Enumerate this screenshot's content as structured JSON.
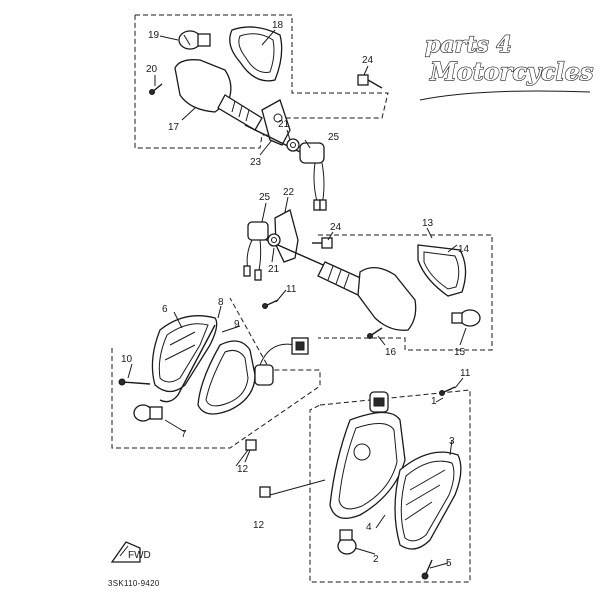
{
  "logo": {
    "line1": "parts 4",
    "line2": "Motorcycles"
  },
  "diagram_code": "3SK110-9420",
  "arrow_label": "FWD",
  "part_numbers": {
    "p1": "1",
    "p2": "2",
    "p3": "3",
    "p4": "4",
    "p5": "5",
    "p6": "6",
    "p7": "7",
    "p8": "8",
    "p9": "9",
    "p10": "10",
    "p11a": "11",
    "p11b": "11",
    "p12a": "12",
    "p12b": "12",
    "p13": "13",
    "p14": "14",
    "p15": "15",
    "p16": "16",
    "p17": "17",
    "p18": "18",
    "p19": "19",
    "p20": "20",
    "p21a": "21",
    "p21b": "21",
    "p22": "22",
    "p23": "23",
    "p24a": "24",
    "p24b": "24",
    "p25a": "25",
    "p25b": "25"
  }
}
